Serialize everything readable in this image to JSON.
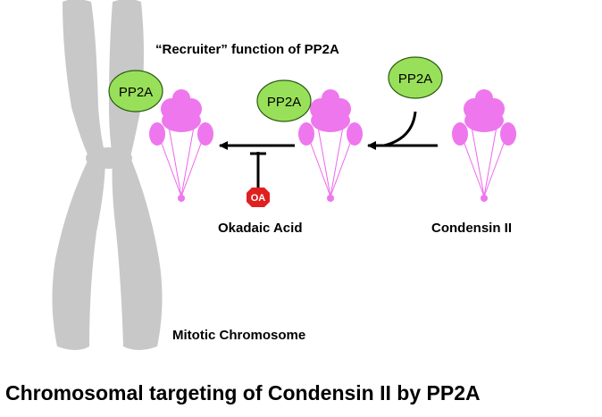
{
  "labels": {
    "recruiter": "“Recruiter” function of PP2A",
    "okadaic_acid": "Okadaic Acid",
    "condensin_ii": "Condensin II",
    "mitotic_chromosome": "Mitotic Chromosome",
    "title": "Chromosomal targeting of Condensin II by PP2A"
  },
  "pp2a_label": "PP2A",
  "oa_label": "OA",
  "colors": {
    "chromosome": "#c8c8c8",
    "condensin": "#ee77ee",
    "condensin_line": "#ee66ee",
    "pp2a_fill": "#99e05a",
    "pp2a_stroke": "#2b5a12",
    "oa": "#e02020",
    "arrow": "#000000"
  }
}
